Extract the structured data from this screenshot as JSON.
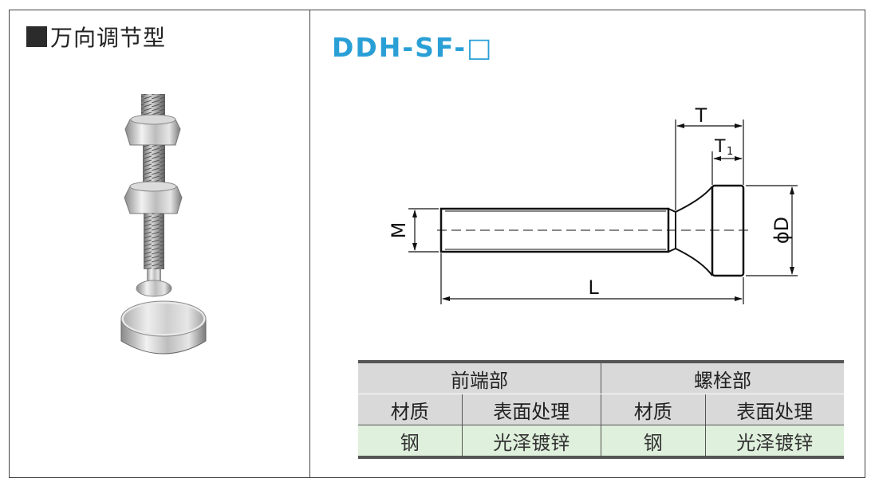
{
  "left_title": "万向调节型",
  "model_code": "DDH-SF-□",
  "dimension_labels": {
    "T": "T",
    "T1_main": "T",
    "T1_sub": "1",
    "M": "M",
    "D": "ϕD",
    "L": "L"
  },
  "spec_table": {
    "group_headers": [
      "前端部",
      "螺栓部"
    ],
    "sub_headers": [
      "材质",
      "表面处理",
      "材质",
      "表面处理"
    ],
    "values": [
      "钢",
      "光泽镀锌",
      "钢",
      "光泽镀锌"
    ]
  }
}
